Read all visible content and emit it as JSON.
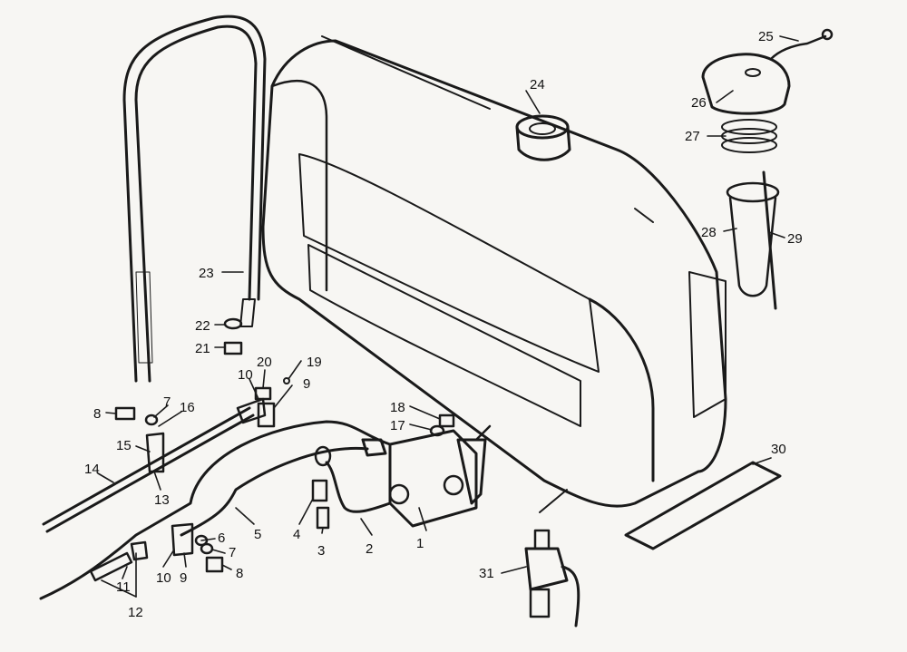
{
  "colors": {
    "paper": "#f7f6f3",
    "ink": "#1a1a1a"
  },
  "parts": [
    {
      "id": "p1",
      "label": "1"
    },
    {
      "id": "p2",
      "label": "2"
    },
    {
      "id": "p3",
      "label": "3"
    },
    {
      "id": "p4",
      "label": "4"
    },
    {
      "id": "p5",
      "label": "5"
    },
    {
      "id": "p6",
      "label": "6"
    },
    {
      "id": "p7a",
      "label": "7"
    },
    {
      "id": "p7b",
      "label": "7"
    },
    {
      "id": "p8a",
      "label": "8"
    },
    {
      "id": "p8b",
      "label": "8"
    },
    {
      "id": "p9a",
      "label": "9"
    },
    {
      "id": "p9b",
      "label": "9"
    },
    {
      "id": "p10a",
      "label": "10"
    },
    {
      "id": "p10b",
      "label": "10"
    },
    {
      "id": "p11",
      "label": "11"
    },
    {
      "id": "p12",
      "label": "12"
    },
    {
      "id": "p13",
      "label": "13"
    },
    {
      "id": "p14",
      "label": "14"
    },
    {
      "id": "p15",
      "label": "15"
    },
    {
      "id": "p16",
      "label": "16"
    },
    {
      "id": "p17",
      "label": "17"
    },
    {
      "id": "p18",
      "label": "18"
    },
    {
      "id": "p19",
      "label": "19"
    },
    {
      "id": "p20",
      "label": "20"
    },
    {
      "id": "p21",
      "label": "21"
    },
    {
      "id": "p22",
      "label": "22"
    },
    {
      "id": "p23",
      "label": "23"
    },
    {
      "id": "p24",
      "label": "24"
    },
    {
      "id": "p25",
      "label": "25"
    },
    {
      "id": "p26",
      "label": "26"
    },
    {
      "id": "p27",
      "label": "27"
    },
    {
      "id": "p28",
      "label": "28"
    },
    {
      "id": "p29",
      "label": "29"
    },
    {
      "id": "p30",
      "label": "30"
    },
    {
      "id": "p31",
      "label": "31"
    }
  ]
}
